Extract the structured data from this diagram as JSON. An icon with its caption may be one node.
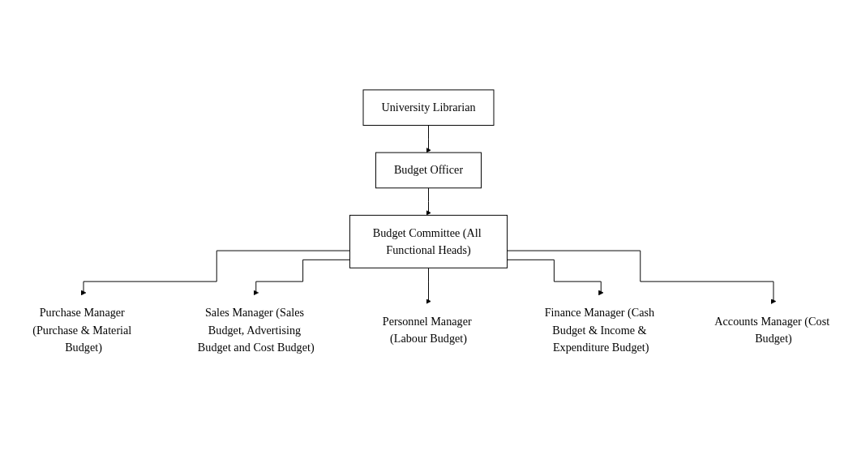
{
  "diagram": {
    "nodes": [
      {
        "text": [
          "University Librarian"
        ]
      },
      {
        "text": [
          "Budget Officer"
        ]
      },
      {
        "text": [
          "Budget Committee (All Functional Heads)"
        ]
      },
      {
        "text": [
          "Purchase Manager (Purchase & Material Budget)"
        ]
      },
      {
        "text": [
          "Sales Manager (Sales Budget, Advertising Budget and Cost Budget)"
        ]
      },
      {
        "text": [
          "Personnel Manager (Labour Budget)"
        ]
      },
      {
        "text": [
          "Finance Manager (Cash Budget & Income & Expenditure Budget)"
        ]
      },
      {
        "text": [
          "Accounts Manager (Cost Budget)"
        ]
      }
    ],
    "edges": [
      {
        "from": 0,
        "to": 1,
        "arrow": "to"
      },
      {
        "from": 1,
        "to": 2,
        "arrow": "to"
      },
      {
        "from": 2,
        "to": 3,
        "arrow": "to"
      },
      {
        "from": 2,
        "to": 4,
        "arrow": "to"
      },
      {
        "from": 2,
        "to": 5,
        "arrow": "to"
      },
      {
        "from": 2,
        "to": 6,
        "arrow": "to"
      },
      {
        "from": 2,
        "to": 7,
        "arrow": "to"
      }
    ]
  }
}
